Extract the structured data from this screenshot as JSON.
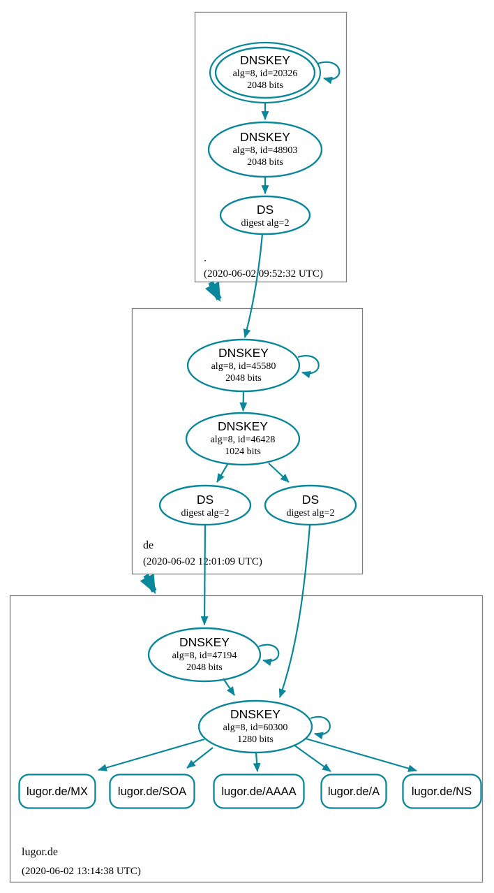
{
  "diagram": {
    "kind": "dnssec-authentication-chain",
    "colors": {
      "edge_secure": "#0a879a",
      "ksk_fill": "#d3d3d3",
      "node_fill": "#ffffff",
      "zone_border": "#7f7f7f",
      "text": "#000000"
    },
    "zones": [
      {
        "name": ".",
        "timestamp": "(2020-06-02 09:52:32 UTC)",
        "nodes": {
          "ksk": {
            "title": "DNSKEY",
            "line1": "alg=8, id=20326",
            "line2": "2048 bits",
            "style": "sep-double-ring",
            "self_signed": true
          },
          "zsk": {
            "title": "DNSKEY",
            "line1": "alg=8, id=48903",
            "line2": "2048 bits"
          },
          "ds": {
            "title": "DS",
            "line1": "digest alg=2"
          }
        }
      },
      {
        "name": "de",
        "timestamp": "(2020-06-02 12:01:09 UTC)",
        "nodes": {
          "ksk": {
            "title": "DNSKEY",
            "line1": "alg=8, id=45580",
            "line2": "2048 bits",
            "self_signed": true
          },
          "zsk": {
            "title": "DNSKEY",
            "line1": "alg=8, id=46428",
            "line2": "1024 bits"
          },
          "ds1": {
            "title": "DS",
            "line1": "digest alg=2"
          },
          "ds2": {
            "title": "DS",
            "line1": "digest alg=2"
          }
        }
      },
      {
        "name": "lugor.de",
        "timestamp": "(2020-06-02 13:14:38 UTC)",
        "nodes": {
          "ksk": {
            "title": "DNSKEY",
            "line1": "alg=8, id=47194",
            "line2": "2048 bits",
            "self_signed": true
          },
          "zsk": {
            "title": "DNSKEY",
            "line1": "alg=8, id=60300",
            "line2": "1280 bits",
            "self_signed": true
          },
          "rrsets": [
            {
              "label": "lugor.de/MX"
            },
            {
              "label": "lugor.de/SOA"
            },
            {
              "label": "lugor.de/AAAA"
            },
            {
              "label": "lugor.de/A"
            },
            {
              "label": "lugor.de/NS"
            }
          ]
        }
      }
    ]
  }
}
